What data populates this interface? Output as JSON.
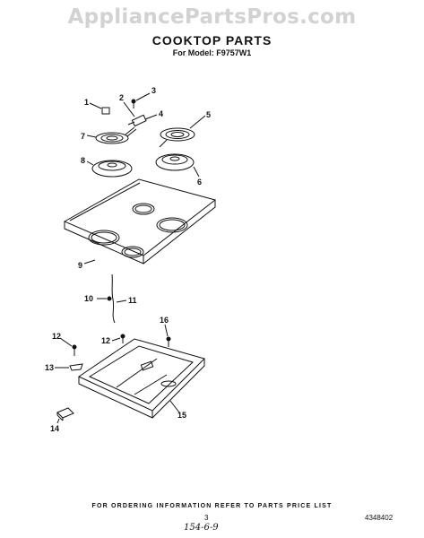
{
  "watermark": "AppliancePartsPros.com",
  "title": "COOKTOP PARTS",
  "subtitle": "For Model: F9757W1",
  "callouts": {
    "c1": "1",
    "c2": "2",
    "c3": "3",
    "c4": "4",
    "c5": "5",
    "c6": "6",
    "c7": "7",
    "c8": "8",
    "c9": "9",
    "c10": "10",
    "c11": "11",
    "c12a": "12",
    "c12b": "12",
    "c13": "13",
    "c14": "14",
    "c15": "15",
    "c16": "16"
  },
  "footer": {
    "ordering_note": "FOR ORDERING INFORMATION REFER TO PARTS PRICE LIST",
    "page_number": "3",
    "document_number": "4348402",
    "handwritten_note": "154-6-9"
  }
}
